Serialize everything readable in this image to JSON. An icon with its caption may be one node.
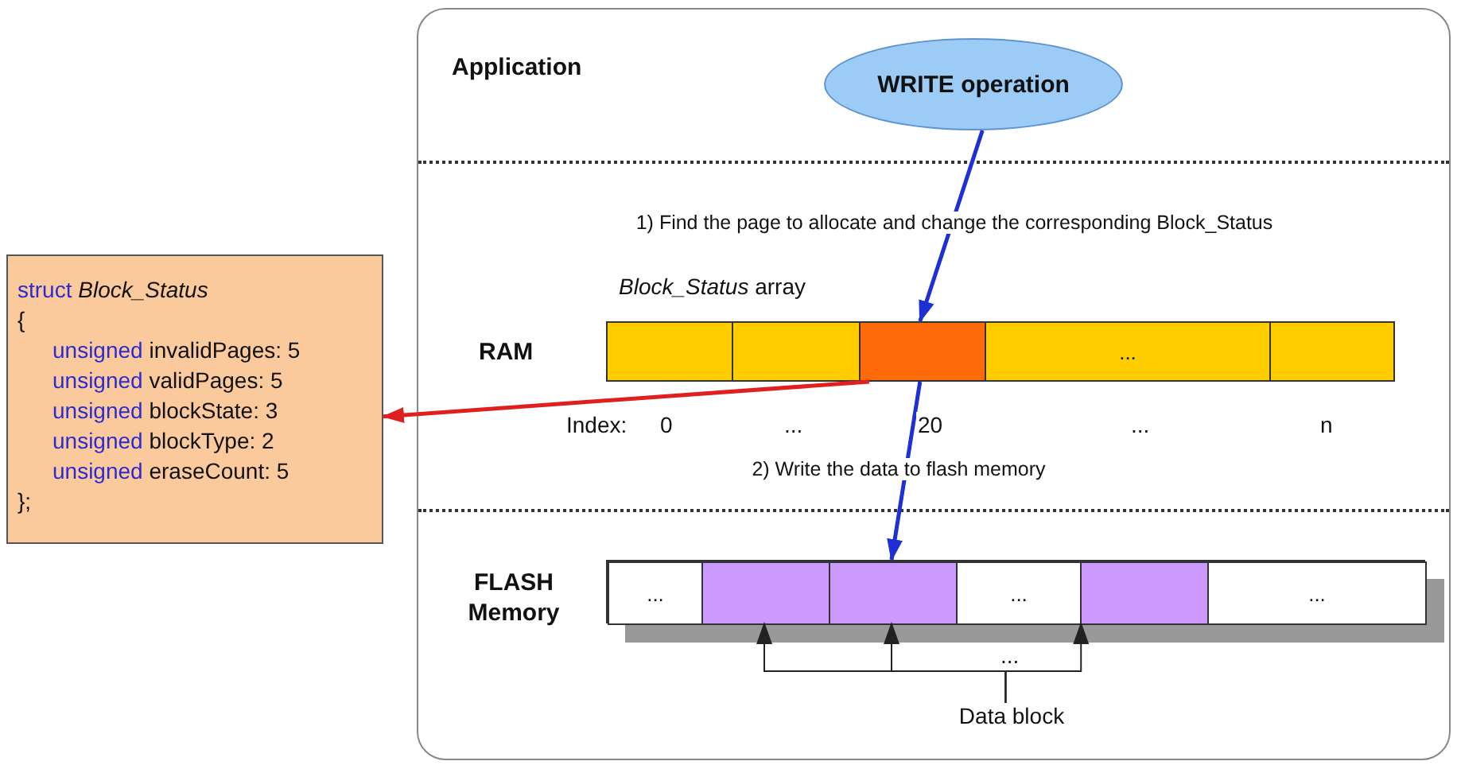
{
  "diagram": {
    "nodes": [
      {
        "text": [
          "WRITE operation"
        ]
      },
      {
        "text": [
          "*Block_Status* array"
        ]
      },
      {
        "text": [],
        "shape": "box",
        "in": 1
      },
      {
        "text": [],
        "shape": "box",
        "in": 1
      },
      {
        "text": [],
        "shape": "box",
        "in": 1
      },
      {
        "text": [
          "..."
        ],
        "in": 1
      },
      {
        "text": [],
        "shape": "box",
        "in": 1
      },
      {
        "text": [
          "struct *Block_Status*",
          "{",
          "unsigned invalidPages: 5",
          "unsigned validPages: 5",
          "unsigned blockState: 3",
          "unsigned blockType: 2",
          "unsigned eraseCount: 5",
          "};"
        ]
      },
      {
        "text": [],
        "shape": "box"
      },
      {
        "text": [
          "..."
        ],
        "in": 8
      },
      {
        "text": [],
        "shape": "box",
        "in": 8
      },
      {
        "text": [],
        "shape": "box",
        "in": 8
      },
      {
        "text": [
          "..."
        ],
        "in": 8
      },
      {
        "text": [],
        "shape": "box",
        "in": 8
      },
      {
        "text": [
          "..."
        ],
        "in": 8
      },
      {
        "text": [
          "Data block"
        ]
      }
    ],
    "edges": [
      {
        "from": 0,
        "to": 4,
        "arrow": "to",
        "label": "1) Find the page to allocate and change the corresponding Block_Status",
        "style": "thick",
        "color": "#1f2fd6"
      },
      {
        "from": 4,
        "to": 11,
        "arrow": "to",
        "label": "2) Write the data to flash memory",
        "style": "thick",
        "color": "#1f2fd6"
      },
      {
        "from": 4,
        "to": 7,
        "arrow": "to",
        "style": "thick",
        "color": "#e02020"
      },
      {
        "from": 15,
        "to": 10,
        "arrow": "to"
      },
      {
        "from": 15,
        "to": 11,
        "arrow": "to"
      },
      {
        "from": 15,
        "to": 13,
        "arrow": "to"
      }
    ],
    "labels": [
      "Application",
      "RAM",
      "FLASH Memory",
      "Index:",
      "0",
      "...",
      "20",
      "...",
      "n",
      "..."
    ]
  }
}
